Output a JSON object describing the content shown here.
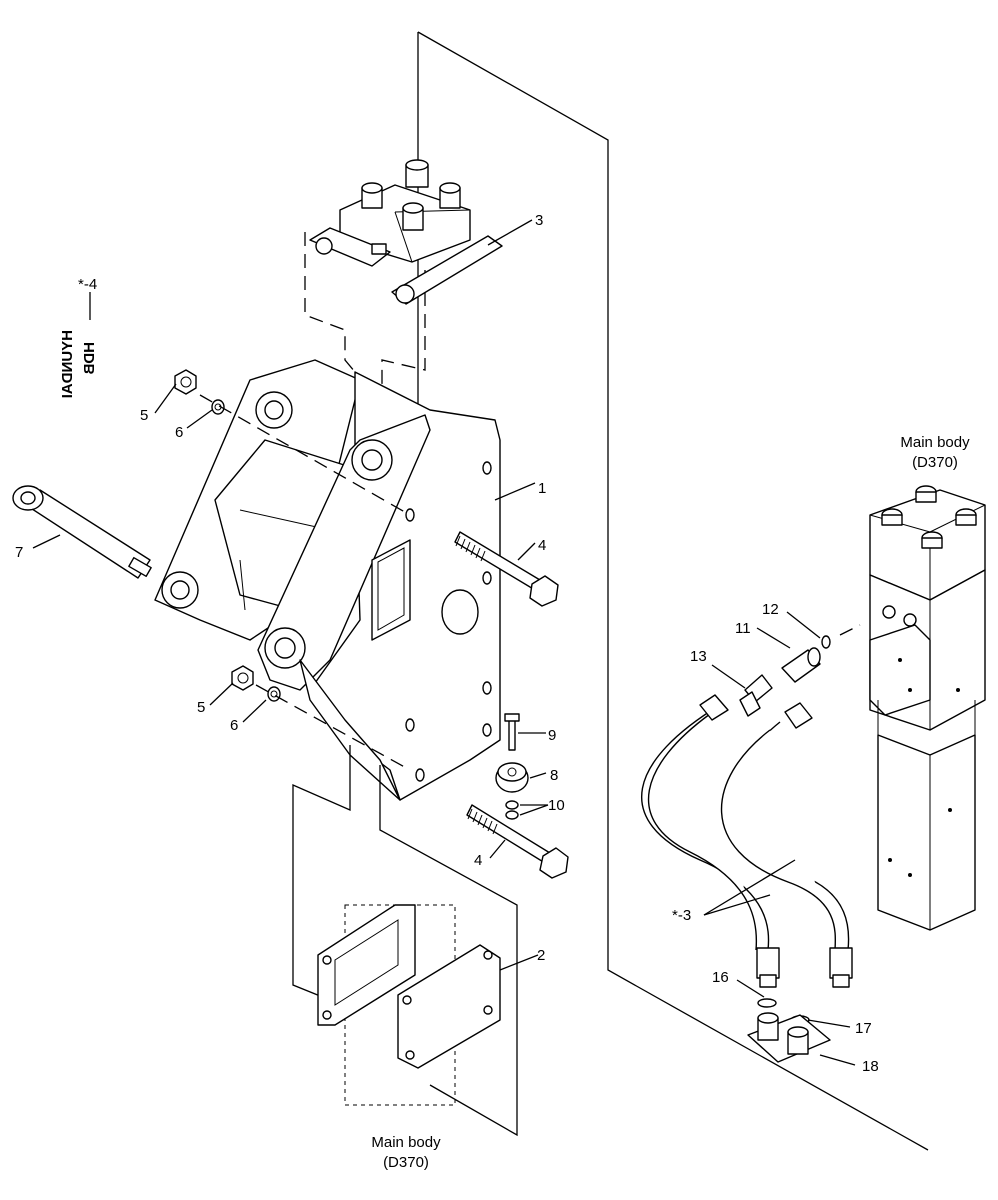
{
  "diagram": {
    "callouts": {
      "c1": "1",
      "c2": "2",
      "c3": "3",
      "c4a": "4",
      "c4b": "4",
      "c5a": "5",
      "c5b": "5",
      "c6a": "6",
      "c6b": "6",
      "c7": "7",
      "c8": "8",
      "c9": "9",
      "c10": "10",
      "c11": "11",
      "c12": "12",
      "c13": "13",
      "c16": "16",
      "c17": "17",
      "c18": "18",
      "star3": "*-3",
      "star4": "*-4"
    },
    "main_body_right": {
      "line1": "Main body",
      "line2": "(D370)"
    },
    "main_body_bottom": {
      "line1": "Main body",
      "line2": "(D370)"
    },
    "decal_text": {
      "line1": "HYUNDAI",
      "line2": "HDB"
    }
  }
}
